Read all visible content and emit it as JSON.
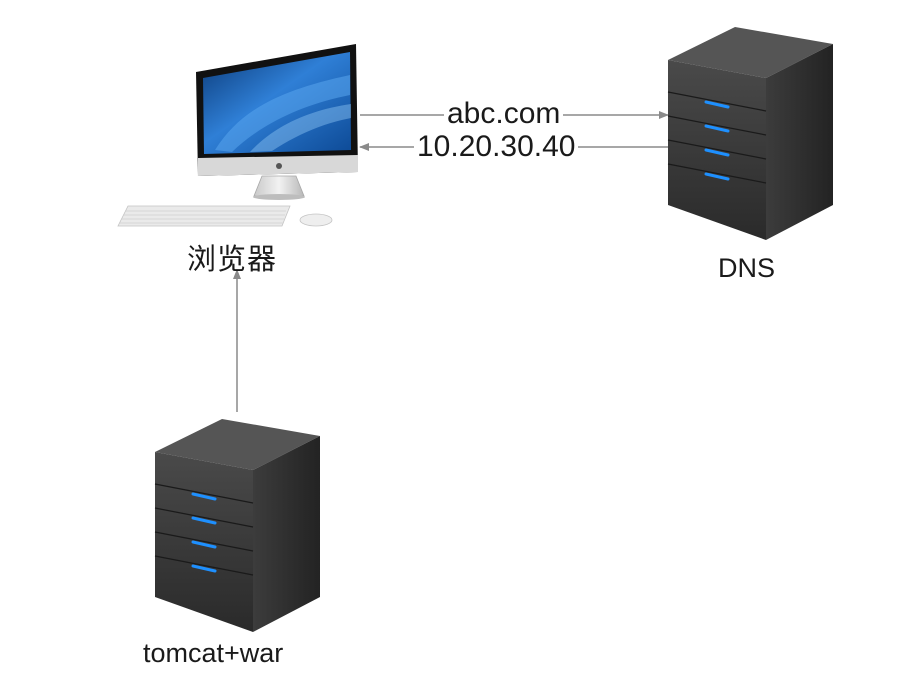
{
  "nodes": {
    "browser": {
      "label": "浏览器"
    },
    "dns": {
      "label": "DNS"
    },
    "tomcat": {
      "label": "tomcat+war"
    }
  },
  "edges": {
    "request": {
      "label": "abc.com"
    },
    "response": {
      "label": "10.20.30.40"
    }
  },
  "colors": {
    "server_body": "#3a3a3a",
    "server_led": "#1e90ff",
    "screen": "#1f5fb0",
    "arrow": "#8a8a8a"
  }
}
